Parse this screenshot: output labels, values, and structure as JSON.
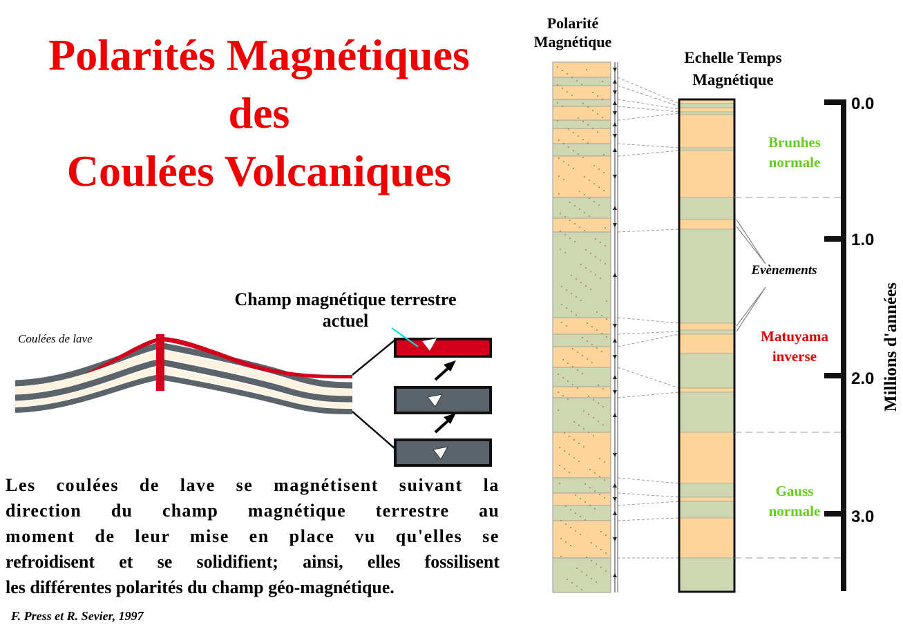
{
  "title": {
    "line1": "Polarités Magnétiques",
    "line2": "des",
    "line3": "Coulées Volcaniques"
  },
  "diagram": {
    "lava_label": "Coulées de lave",
    "field_label_line1": "Champ magnétique terrestre",
    "field_label_line2": "actuel"
  },
  "paragraph": {
    "line1": "Les coulées de lave se magnétisent suivant la",
    "line2": "direction du champ magnétique terrestre au",
    "line3": "moment de leur mise en place vu qu'elles se",
    "line4": "refroidisent et se solidifient; ainsi, elles fossilisent",
    "line5": "les différentes polarités du champ géo-magnétique."
  },
  "citation": "F. Press et R. Sevier, 1997",
  "column_headers": {
    "polarity_line1": "Polarité",
    "polarity_line2": "Magnétique",
    "scale_line1": "Echelle Temps",
    "scale_line2": "Magnétique"
  },
  "chrons": {
    "brunhes_line1": "Brunhes",
    "brunhes_line2": "normale",
    "matuyama_line1": "Matuyama",
    "matuyama_line2": "inverse",
    "gauss_line1": "Gauss",
    "gauss_line2": "normale",
    "events": "Evènements"
  },
  "age_axis": {
    "label": "Millions d'années",
    "ticks": [
      "0.0",
      "1.0",
      "2.0",
      "3.0"
    ]
  },
  "colors": {
    "title_red": "#ee0000",
    "normal_polarity": "#fdd49a",
    "reversed_polarity": "#cfd7b2",
    "lava_dark": "#5a646a",
    "lava_light": "#fdf3e0",
    "current_field_red": "#d2001a",
    "brunhes_green": "#66cc22",
    "matuyama_red": "#dd0000"
  }
}
